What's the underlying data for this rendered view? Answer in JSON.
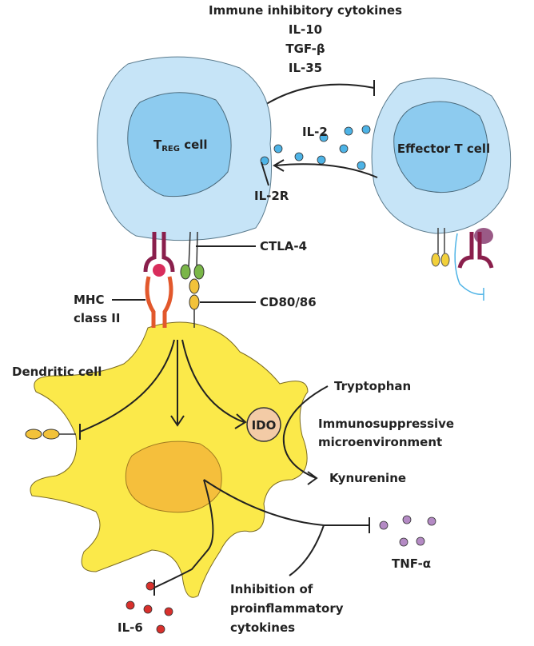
{
  "cytokines": {
    "title": "Immune inhibitory cytokines",
    "items": [
      "IL-10",
      "TGF-β",
      "IL-35"
    ]
  },
  "cells": {
    "treg_prefix": "T",
    "treg_sub": "REG",
    "treg_suffix": " cell",
    "effector": "Effector T cell",
    "dendritic": "Dendritic cell"
  },
  "labels": {
    "il2": "IL-2",
    "il2r": "IL-2R",
    "ctla4": "CTLA-4",
    "cd80": "CD80/86",
    "mhc_line1": "MHC",
    "mhc_line2": "class II",
    "ido": "IDO",
    "tryptophan": "Tryptophan",
    "immuno_line1": "Immunosuppressive",
    "immuno_line2": "microenvironment",
    "kynurenine": "Kynurenine",
    "tnf": "TNF-α",
    "il6": "IL-6",
    "inhib_line1": "Inhibition of",
    "inhib_line2": "proinflammatory",
    "inhib_line3": "cytokines"
  },
  "colors": {
    "cell_outer": "#c6e4f7",
    "cell_nucleus": "#8dcbef",
    "dendritic": "#fbe94a",
    "dc_nucleus": "#f5bf3c",
    "il2": "#4db3e6",
    "tnf": "#b48ac4",
    "il6": "#d8302c",
    "mhc": "#e2582c",
    "tcr": "#8a1f4c",
    "ctla4": "#7ab648",
    "cd80": "#f2c23a",
    "ido": "#f3cba6"
  }
}
